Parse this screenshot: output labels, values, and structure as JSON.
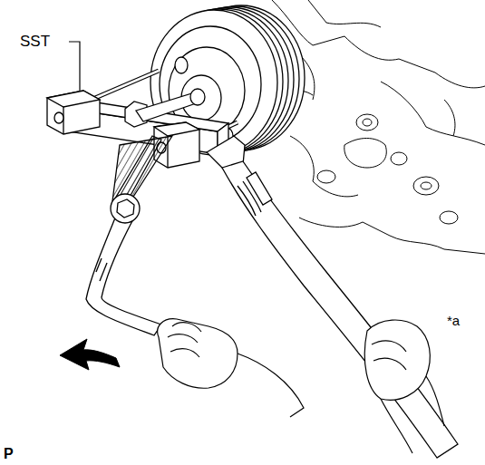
{
  "diagram": {
    "labels": [
      "SST",
      "*a",
      "P"
    ]
  }
}
